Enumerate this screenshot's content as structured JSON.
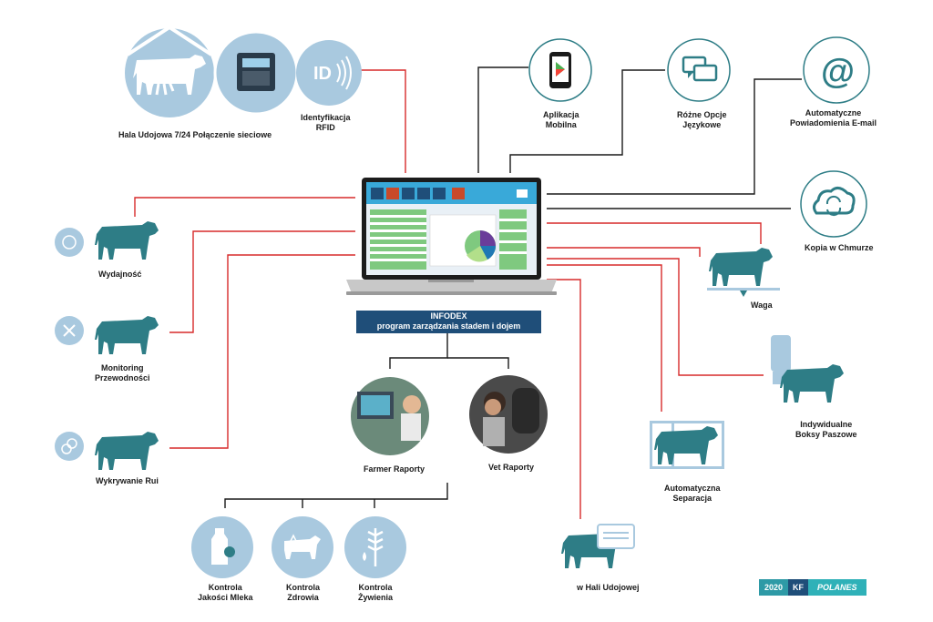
{
  "colors": {
    "teal": "#2e7d86",
    "circle_bg": "#a9c9df",
    "red_line": "#d72a2a",
    "black_line": "#1a1a1a",
    "navy": "#1f4e79"
  },
  "center": {
    "title": "INFODEX",
    "subtitle": "program zarządzania stadem i dojem"
  },
  "top_left": {
    "label": "Hala Udojowa 7/24 Połączenie sieciowe",
    "rfid_label_1": "Identyfikacja",
    "rfid_label_2": "RFID",
    "rfid_icon_text": "ID"
  },
  "top_right": {
    "mobile_1": "Aplikacja",
    "mobile_2": "Mobilna",
    "lang_1": "Różne Opcje",
    "lang_2": "Językowe",
    "email_1": "Automatyczne",
    "email_2": "Powiadomienia E-mail",
    "cloud": "Kopia w Chmurze"
  },
  "left": {
    "yield": "Wydajność",
    "monitor_1": "Monitoring",
    "monitor_2": "Przewodności",
    "heat": "Wykrywanie Rui"
  },
  "right": {
    "scale": "Waga",
    "feed_1": "Indywidualne",
    "feed_2": "Boksy Paszowe",
    "sep_1": "Automatyczna",
    "sep_2": "Separacja",
    "parlour": "w Hali Udojowej"
  },
  "reports": {
    "farmer": "Farmer Raporty",
    "vet": "Vet Raporty"
  },
  "bottom": {
    "milk_1": "Kontrola",
    "milk_2": "Jakości Mleka",
    "health_1": "Kontrola",
    "health_2": "Zdrowia",
    "feeding_1": "Kontrola",
    "feeding_2": "Żywienia"
  },
  "badge": {
    "year": "2020",
    "kf": "KF",
    "brand": "POLANES"
  },
  "icons": [
    "barn-cow-icon",
    "controller-device-icon",
    "rfid-icon",
    "smartphone-icon",
    "chat-bubbles-icon",
    "at-sign-icon",
    "cloud-sync-icon",
    "laptop-icon",
    "cow-icon",
    "scale-icon",
    "feed-box-icon",
    "separation-gate-icon",
    "milk-bottle-icon",
    "heart-cow-icon",
    "wheat-drop-icon",
    "pie-chart-icon"
  ]
}
